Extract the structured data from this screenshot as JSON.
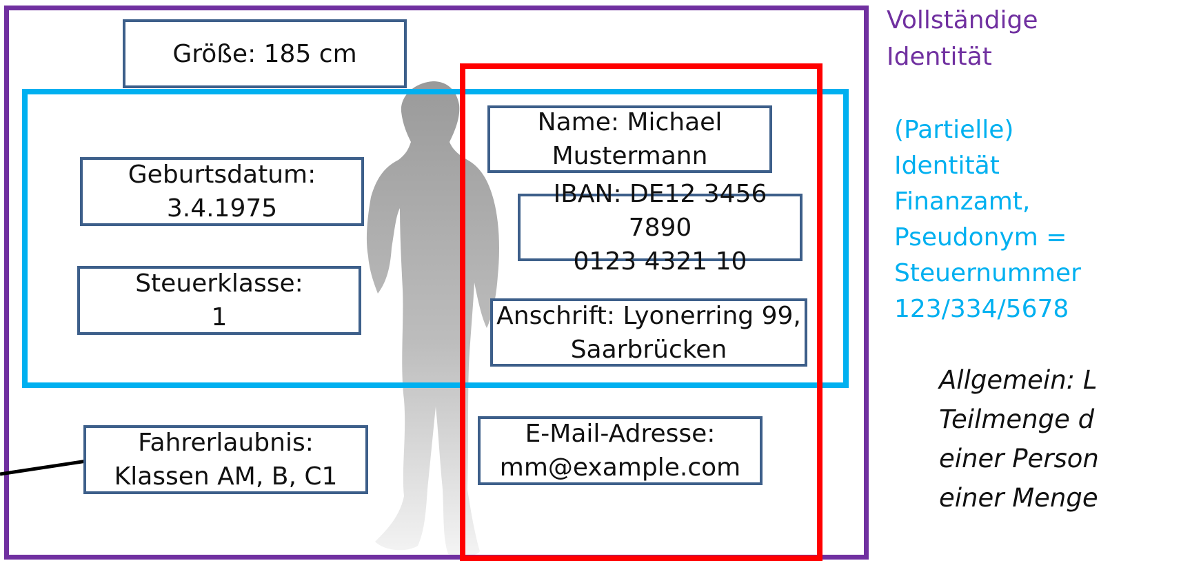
{
  "colors": {
    "full_identity": "#7030a0",
    "partial_identity": "#00b0f0",
    "red_subset": "#ff0000",
    "card_border": "#3d5f8a"
  },
  "labels": {
    "full_identity": "Vollständige\nIdentität",
    "partial_identity": "(Partielle)\nIdentität\nFinanzamt,\nPseudonym =\nSteuernummer\n123/334/5678",
    "general_note": "Allgemein: L\nTeilmenge d\neiner Person\neiner Menge"
  },
  "attributes": {
    "height": "Größe: 185 cm",
    "name": "Name: Michael\nMustermann",
    "birthdate": "Geburtsdatum:\n3.4.1975",
    "iban": "IBAN: DE12 3456 7890\n0123 4321 10",
    "tax_class": "Steuerklasse:\n1",
    "address": "Anschrift: Lyonerring 99,\nSaarbrücken",
    "email": "E-Mail-Adresse:\nmm@example.com",
    "license": "Fahrerlaubnis:\nKlassen AM, B, C1"
  },
  "icons": {
    "person": "person-silhouette-icon"
  }
}
